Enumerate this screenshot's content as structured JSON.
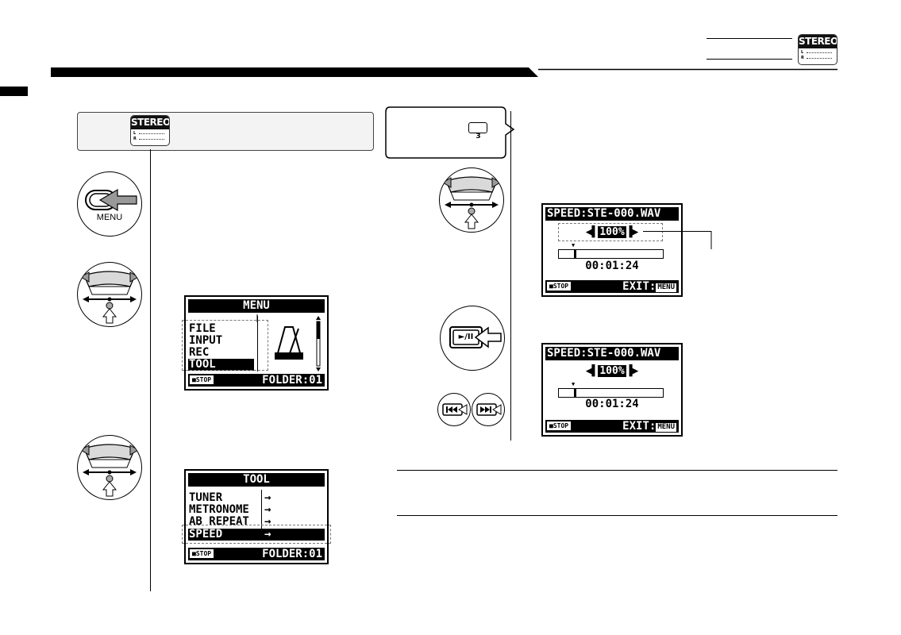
{
  "header": {
    "stereo_badge": "STEREO"
  },
  "step_box": {
    "stereo_badge": "STEREO"
  },
  "callout": {
    "button_key": "3"
  },
  "buttons": {
    "menu_label": "MENU",
    "play_pause_label": "►/II"
  },
  "menu_screen": {
    "title": "MENU",
    "items": [
      "FILE",
      "INPUT",
      "REC",
      "TOOL"
    ],
    "selected": "TOOL",
    "footer_left": "■STOP",
    "footer_right": "FOLDER:01"
  },
  "tool_screen": {
    "title": "TOOL",
    "items": [
      "TUNER",
      "METRONOME",
      "AB REPEAT",
      "SPEED"
    ],
    "selected": "SPEED",
    "arrow": "→",
    "footer_left": "■STOP",
    "footer_right": "FOLDER:01"
  },
  "speed_screen_1": {
    "title": "SPEED:STE-000.WAV",
    "value": "100%",
    "time": "00:01:24",
    "position": 0.15,
    "footer_left": "■STOP",
    "footer_right": "EXIT:",
    "footer_chip": "MENU"
  },
  "speed_screen_2": {
    "title": "SPEED:STE-000.WAV",
    "value": "100%",
    "time": "00:01:24",
    "position": 0.15,
    "footer_left": "■STOP",
    "footer_right": "EXIT:",
    "footer_chip": "MENU"
  },
  "colors": {
    "ink": "#000000",
    "box_bg": "#f3f3f3",
    "dial_grey": "#9a9a9a"
  }
}
